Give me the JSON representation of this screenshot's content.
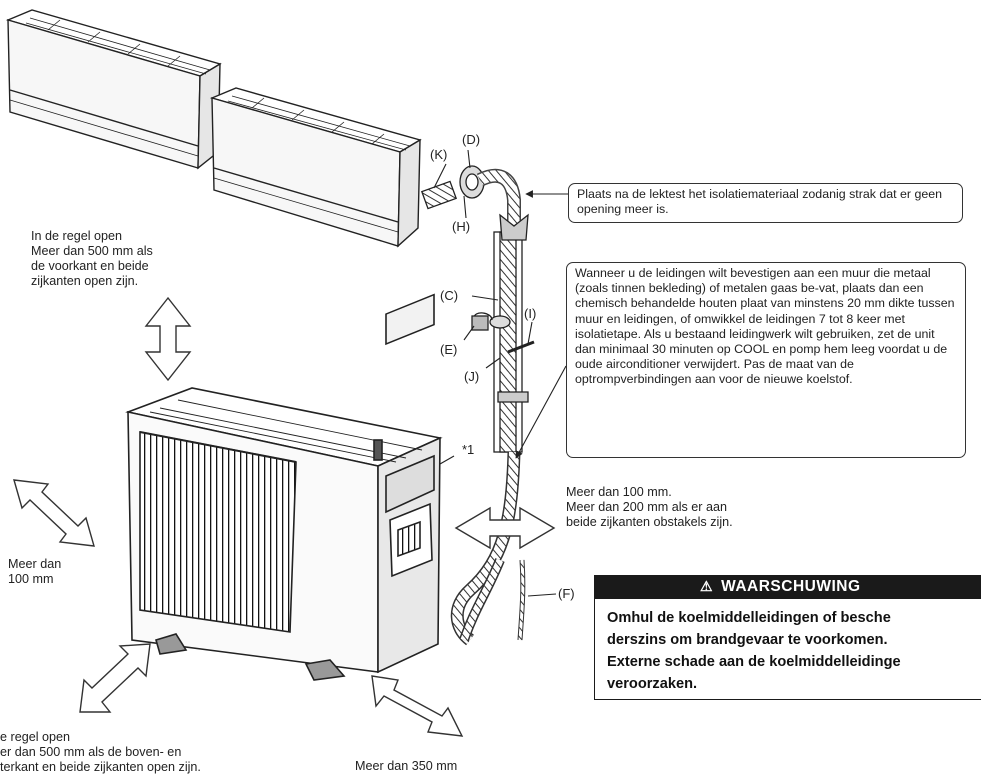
{
  "callouts": {
    "insulation": "Plaats na de lektest het isolatiemateriaal zodanig strak dat er geen opening meer is.",
    "wall": "Wanneer u de leidingen wilt bevestigen aan een muur die metaal (zoals tinnen bekleding) of metalen gaas be-vat, plaats dan een chemisch behandelde houten plaat van minstens 20 mm dikte tussen muur en leidingen, of omwikkel de leidingen 7 tot 8 keer met isolatietape. Als u bestaand leidingwerk wilt gebruiken, zet de unit dan minimaal 30 minuten op COOL en pomp hem leeg voordat u de oude airconditioner verwijdert. Pas de maat van de optrompverbindingen aan voor de nieuwe koelstof."
  },
  "clearances": {
    "top_line1": "In de regel open",
    "top_line2": "Meer dan 500 mm als",
    "top_line3": "de voorkant en beide",
    "top_line4": "zijkanten open zijn.",
    "left_line1": "Meer dan",
    "left_line2": "100 mm",
    "right_line1": "Meer dan 100 mm.",
    "right_line2": "Meer dan 200 mm als er aan",
    "right_line3": "beide zijkanten obstakels zijn.",
    "back_line1": "e regel open",
    "back_line2": "er dan 500 mm als de boven- en",
    "back_line3": "terkant en beide zijkanten open zijn.",
    "front": "Meer dan 350 mm"
  },
  "labels": {
    "K": "(K)",
    "D": "(D)",
    "H": "(H)",
    "C": "(C)",
    "I": "(I)",
    "E": "(E)",
    "J": "(J)",
    "F": "(F)",
    "note": "*1"
  },
  "warning": {
    "title": "WAARSCHUWING",
    "line1": "Omhul de koelmiddelleidingen of besche",
    "line2": "derszins om brandgevaar te voorkomen.",
    "line3": "Externe schade aan de koelmiddelleidinge",
    "line4": "veroorzaken."
  },
  "icons": {
    "warning": "warning-triangle-icon"
  }
}
